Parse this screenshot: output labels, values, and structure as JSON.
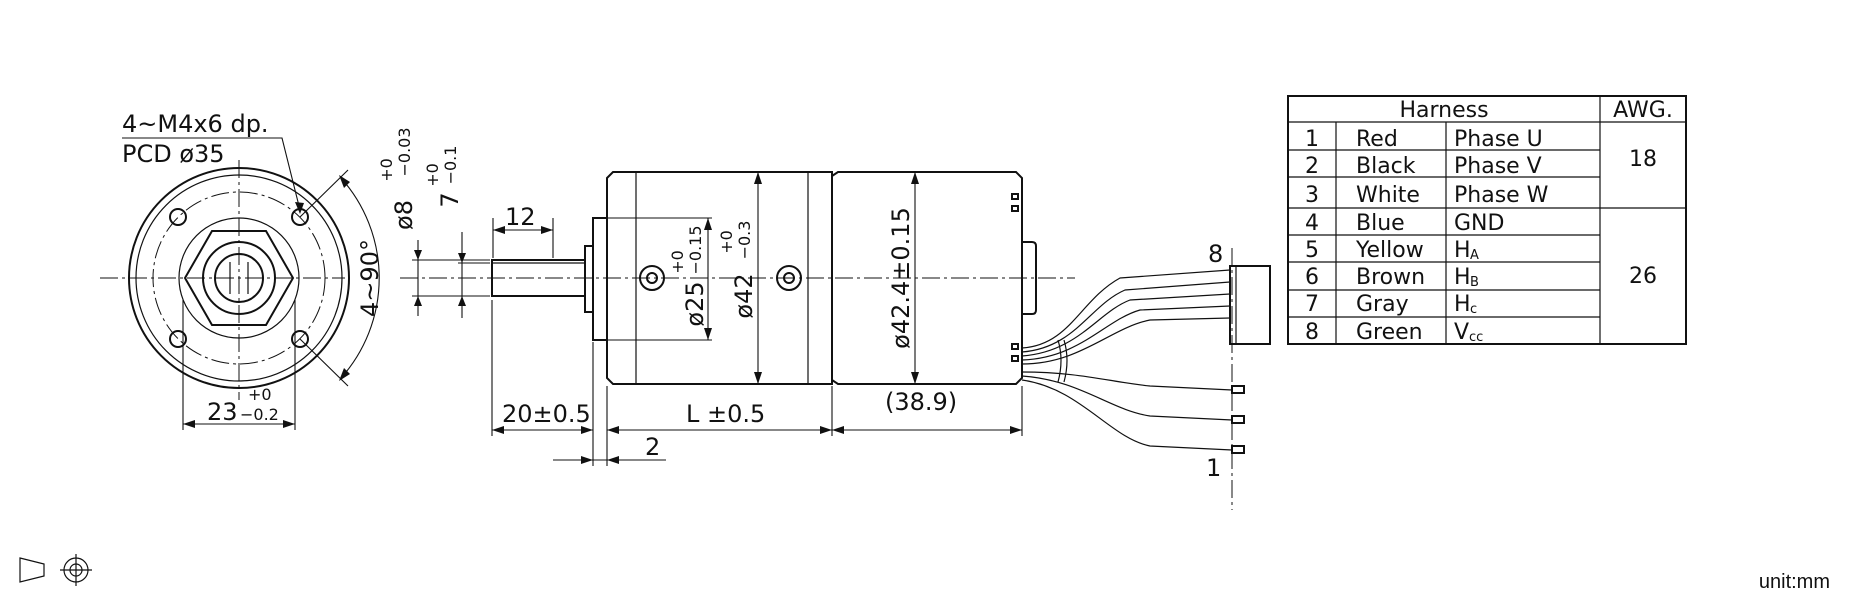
{
  "front_view": {
    "thread_note": "4~M4x6  dp.",
    "pcd_note": "PCD  ø35",
    "angle_note": "4~90°",
    "width_dim": "23",
    "width_tol_upper": "+0",
    "width_tol_lower": "−0.2"
  },
  "side_view": {
    "shaft_dia": "ø8",
    "shaft_dia_tol_upper": "+0",
    "shaft_dia_tol_lower": "−0.03",
    "flat_dim": "7",
    "flat_tol_upper": "+0",
    "flat_tol_lower": "−0.1",
    "key_len": "12",
    "shaft_len": "20±0.5",
    "pilot_len": "2",
    "gear_len": "L ±0.5",
    "motor_len": "(38.9)",
    "pilot_dia": "ø25",
    "pilot_tol_upper": "+0",
    "pilot_tol_lower": "−0.15",
    "gear_dia": "ø42",
    "gear_tol_upper": "+0",
    "gear_tol_lower": "−0.3",
    "motor_dia": "ø42.4±0.15",
    "pin_top": "8",
    "pin_bottom": "1"
  },
  "harness": {
    "header_harness": "Harness",
    "header_awg": "AWG.",
    "rows": [
      {
        "no": "1",
        "color": "Red",
        "signal": "Phase  U"
      },
      {
        "no": "2",
        "color": "Black",
        "signal": "Phase  V"
      },
      {
        "no": "3",
        "color": "White",
        "signal": "Phase  W"
      },
      {
        "no": "4",
        "color": "Blue",
        "signal": "GND"
      },
      {
        "no": "5",
        "color": "Yellow",
        "signal": "H",
        "sub": "A"
      },
      {
        "no": "6",
        "color": "Brown",
        "signal": "H",
        "sub": "B"
      },
      {
        "no": "7",
        "color": "Gray",
        "signal": "H",
        "sub": "c"
      },
      {
        "no": "8",
        "color": "Green",
        "signal": "V",
        "sub": "cc"
      }
    ],
    "awg_power": "18",
    "awg_signal": "26"
  },
  "projection_symbol": "third-angle-projection-icon",
  "unit_label": "unit:mm"
}
